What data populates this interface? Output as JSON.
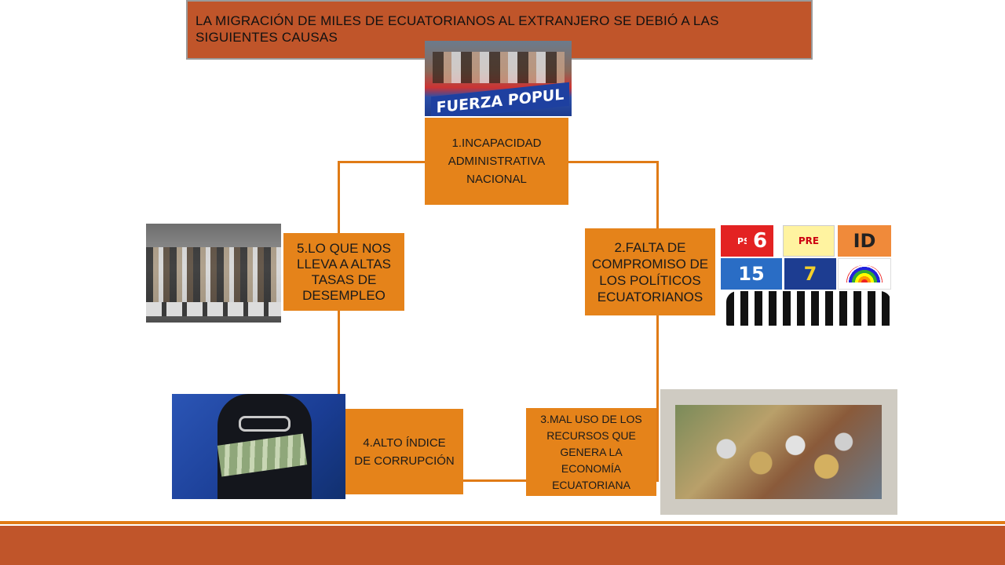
{
  "title": "LA MIGRACIÓN DE MILES DE ECUATORIANOS  AL EXTRANJERO SE DEBIÓ A LAS SIGUIENTES CAUSAS",
  "nodes": [
    {
      "label": "1.INCAPACIDAD ADMINISTRATIVA NACIONAL"
    },
    {
      "label": "2.FALTA DE COMPROMISO  DE LOS POLÍTICOS ECUATORIANOS"
    },
    {
      "label": "3.MAL USO DE LOS RECURSOS QUE GENERA LA ECONOMÍA ECUATORIANA"
    },
    {
      "label": "4.ALTO ÍNDICE DE CORRUPCIÓN"
    },
    {
      "label": "5.LO QUE NOS LLEVA A ALTAS TASAS DE DESEMPLEO"
    }
  ],
  "photos": {
    "rally_banner": "FUERZA POPUL",
    "party_logos": {
      "psc": "PSC",
      "six": "6",
      "pre": "PRE",
      "id": "ID",
      "mpd": "15",
      "prian": "7"
    }
  },
  "colors": {
    "title_bg": "#c0552a",
    "node_fill": "#e5831a",
    "connector": "#e07b16",
    "footer": "#c0552a"
  }
}
